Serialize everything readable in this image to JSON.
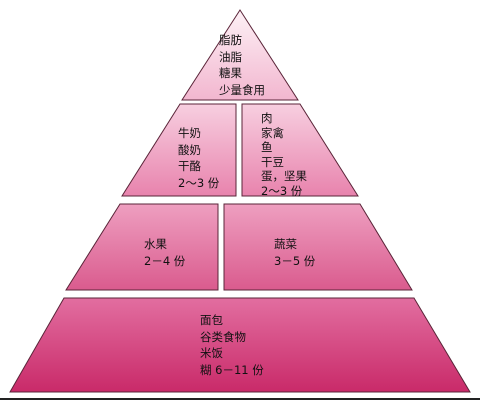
{
  "pyramid": {
    "tier1": {
      "lines": [
        "脂肪",
        "油脂",
        "糖果",
        "少量食用"
      ]
    },
    "tier2_left": {
      "lines": [
        "牛奶",
        "酸奶",
        "干酪",
        "2～3 份"
      ]
    },
    "tier2_right": {
      "lines": [
        "肉",
        "家禽",
        "鱼",
        "干豆",
        "蛋，坚果",
        "2～3 份"
      ]
    },
    "tier3_left": {
      "lines": [
        "水果",
        "2－4 份"
      ]
    },
    "tier3_right": {
      "lines": [
        "蔬菜",
        "3－5 份"
      ]
    },
    "tier4": {
      "lines": [
        "面包",
        "谷类食物",
        "米饭",
        "糊    6－11 份"
      ]
    }
  },
  "colors": {
    "top": "#fbeaf2",
    "bottom": "#cc2f6f",
    "border": "#4a1a2e"
  }
}
